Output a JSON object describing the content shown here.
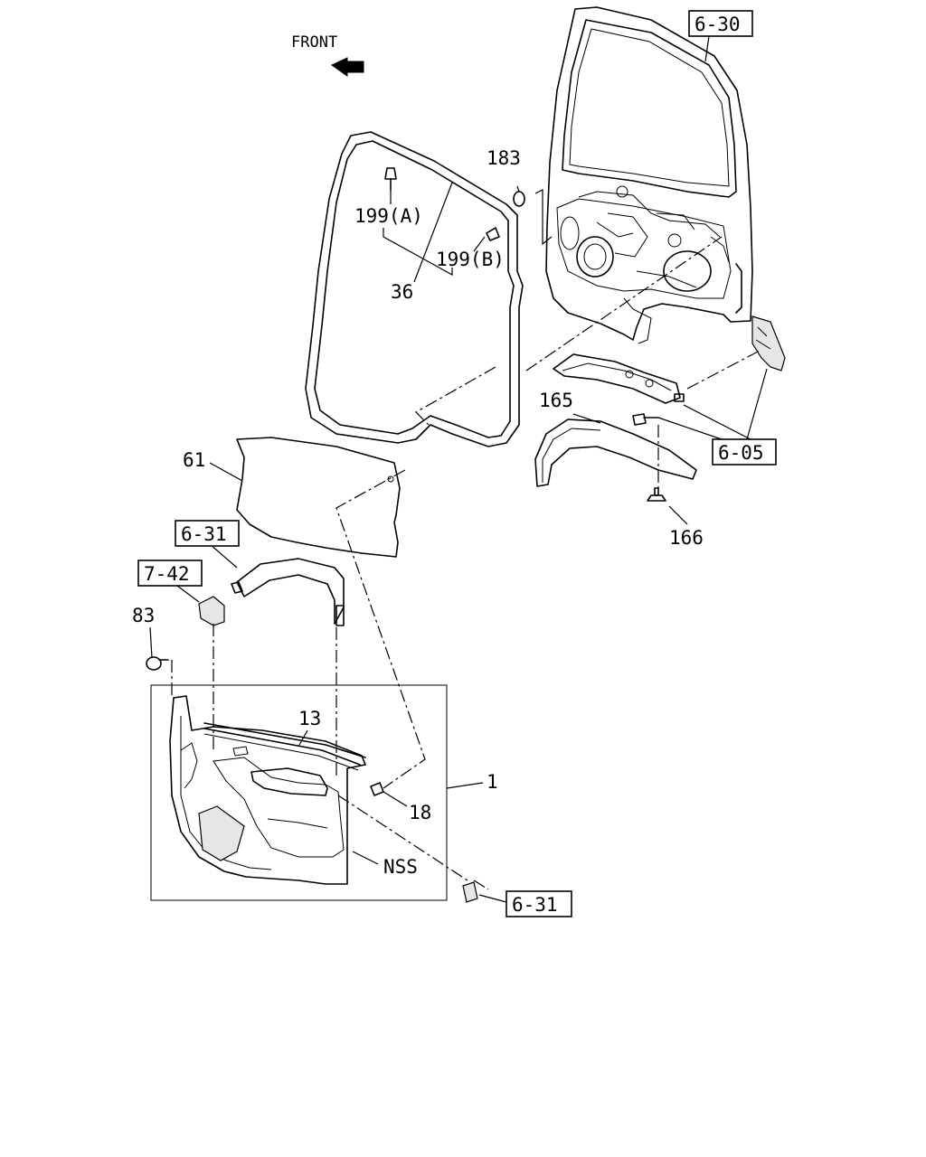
{
  "direction_label": "FRONT",
  "part_numbers": {
    "p183": "183",
    "p199a": "199(A)",
    "p199b": "199(B)",
    "p36": "36",
    "p165": "165",
    "p166": "166",
    "p61": "61",
    "p83": "83",
    "p13": "13",
    "p18": "18",
    "p1": "1",
    "nss": "NSS"
  },
  "section_refs": {
    "ref_door": "6-30",
    "ref_step": "6-05",
    "ref_grip_top": "6-31",
    "ref_switch": "7-42",
    "ref_grip_bottom": "6-31"
  }
}
